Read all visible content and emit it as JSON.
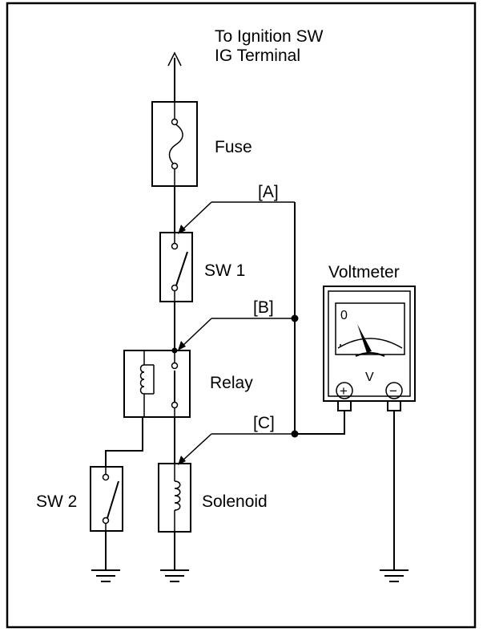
{
  "labels": {
    "ignition_line1": "To Ignition SW",
    "ignition_line2": "IG Terminal",
    "fuse": "Fuse",
    "sw1": "SW 1",
    "relay": "Relay",
    "sw2": "SW 2",
    "solenoid": "Solenoid",
    "voltmeter": "Voltmeter",
    "point_a": "[A]",
    "point_b": "[B]",
    "point_c": "[C]"
  },
  "voltmeter": {
    "zero_mark": "0",
    "unit": "V",
    "plus_symbol": "+",
    "minus_symbol": "−"
  }
}
